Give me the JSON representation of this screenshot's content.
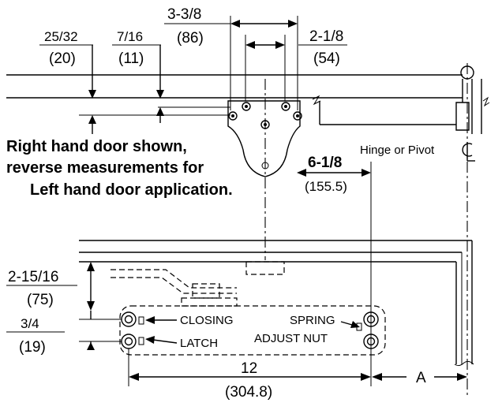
{
  "dimensions": {
    "d1": {
      "in": "25/32",
      "mm": "(20)"
    },
    "d2": {
      "in": "7/16",
      "mm": "(11)"
    },
    "d3": {
      "in": "3-3/8",
      "mm": "(86)"
    },
    "d4": {
      "in": "2-1/8",
      "mm": "(54)"
    },
    "d5": {
      "in": "6-1/8",
      "mm": "(155.5)"
    },
    "d6": {
      "in": "2-15/16",
      "mm": "(75)"
    },
    "d7": {
      "in": "3/4",
      "mm": "(19)"
    },
    "d8": {
      "in": "12",
      "mm": "(304.8)"
    },
    "d9": {
      "label": "A"
    }
  },
  "notes": {
    "line1": "Right hand door shown,",
    "line2": "reverse measurements for",
    "line3": "Left hand door application.",
    "hinge": "Hinge or Pivot"
  },
  "labels": {
    "closing": "CLOSING",
    "latch": "LATCH",
    "spring": "SPRING",
    "adjust": "ADJUST NUT"
  }
}
